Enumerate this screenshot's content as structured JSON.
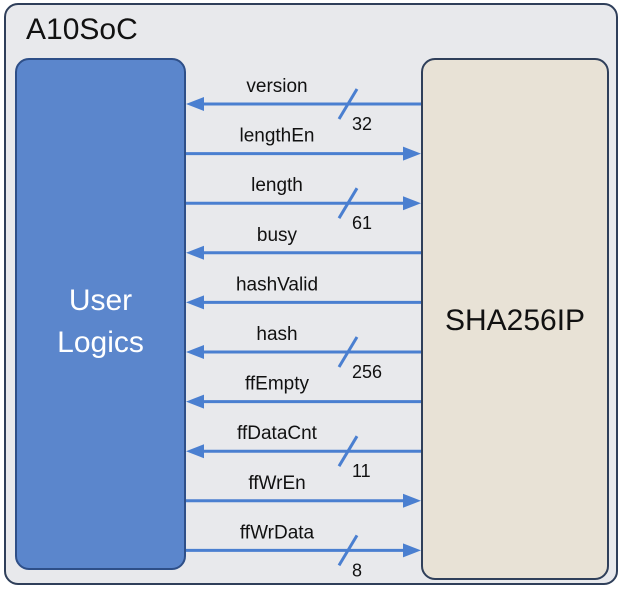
{
  "title": "A10SoC",
  "left_block": "User\nLogics",
  "right_block": "SHA256IP",
  "colors": {
    "arrow": "#4a7fd0",
    "user_block": "#5b86cc",
    "sha_block": "#e8e2d6",
    "outer": "#e8e9ec"
  },
  "signals": [
    {
      "name": "version",
      "direction": "to-user",
      "width": "32"
    },
    {
      "name": "lengthEn",
      "direction": "to-sha",
      "width": ""
    },
    {
      "name": "length",
      "direction": "to-sha",
      "width": "61"
    },
    {
      "name": "busy",
      "direction": "to-user",
      "width": ""
    },
    {
      "name": "hashValid",
      "direction": "to-user",
      "width": ""
    },
    {
      "name": "hash",
      "direction": "to-user",
      "width": "256"
    },
    {
      "name": "ffEmpty",
      "direction": "to-user",
      "width": ""
    },
    {
      "name": "ffDataCnt",
      "direction": "to-user",
      "width": "11"
    },
    {
      "name": "ffWrEn",
      "direction": "to-sha",
      "width": ""
    },
    {
      "name": "ffWrData",
      "direction": "to-sha",
      "width": "8"
    }
  ]
}
